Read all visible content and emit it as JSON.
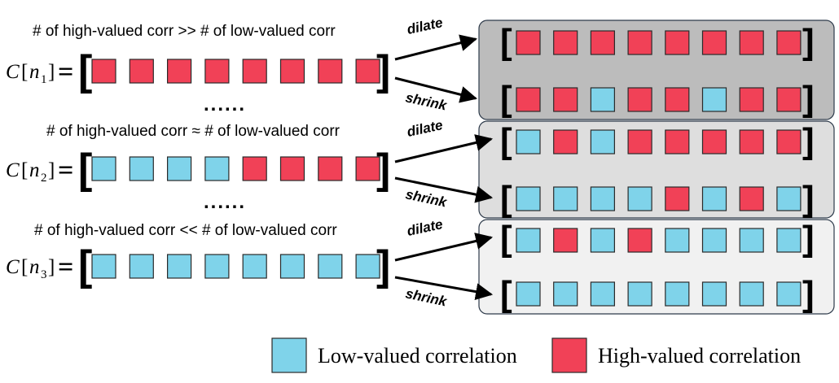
{
  "colors": {
    "low": "#7fd3ea",
    "high": "#f14157",
    "cell_stroke": "#2a2a2a",
    "box_fills": [
      "#bcbcbc",
      "#dedede",
      "#f1f1f1"
    ],
    "box_stroke": "#2d3a4a"
  },
  "ellipsis": "......",
  "rows": [
    {
      "condition": "# of high-valued corr >> # of low-valued corr",
      "label": {
        "symbol": "C",
        "var": "n",
        "sub": "1"
      },
      "cells": [
        "high",
        "high",
        "high",
        "high",
        "high",
        "high",
        "high",
        "high"
      ],
      "dilate_label": "dilate",
      "shrink_label": "shrink",
      "dilate_cells": [
        "high",
        "high",
        "high",
        "high",
        "high",
        "high",
        "high",
        "high"
      ],
      "shrink_cells": [
        "high",
        "high",
        "low",
        "high",
        "high",
        "low",
        "high",
        "high"
      ]
    },
    {
      "condition": "# of high-valued corr ≈ # of low-valued corr",
      "label": {
        "symbol": "C",
        "var": "n",
        "sub": "2"
      },
      "cells": [
        "low",
        "low",
        "low",
        "low",
        "high",
        "high",
        "high",
        "high"
      ],
      "dilate_label": "dilate",
      "shrink_label": "shrink",
      "dilate_cells": [
        "low",
        "high",
        "low",
        "high",
        "high",
        "high",
        "high",
        "high"
      ],
      "shrink_cells": [
        "low",
        "low",
        "low",
        "low",
        "high",
        "low",
        "high",
        "low"
      ]
    },
    {
      "condition": "# of high-valued corr << # of low-valued corr",
      "label": {
        "symbol": "C",
        "var": "n",
        "sub": "3"
      },
      "cells": [
        "low",
        "low",
        "low",
        "low",
        "low",
        "low",
        "low",
        "low"
      ],
      "dilate_label": "dilate",
      "shrink_label": "shrink",
      "dilate_cells": [
        "low",
        "high",
        "low",
        "high",
        "low",
        "low",
        "low",
        "low"
      ],
      "shrink_cells": [
        "low",
        "low",
        "low",
        "low",
        "low",
        "low",
        "low",
        "low"
      ]
    }
  ],
  "legend": {
    "low_label": "Low-valued correlation",
    "high_label": "High-valued correlation"
  }
}
